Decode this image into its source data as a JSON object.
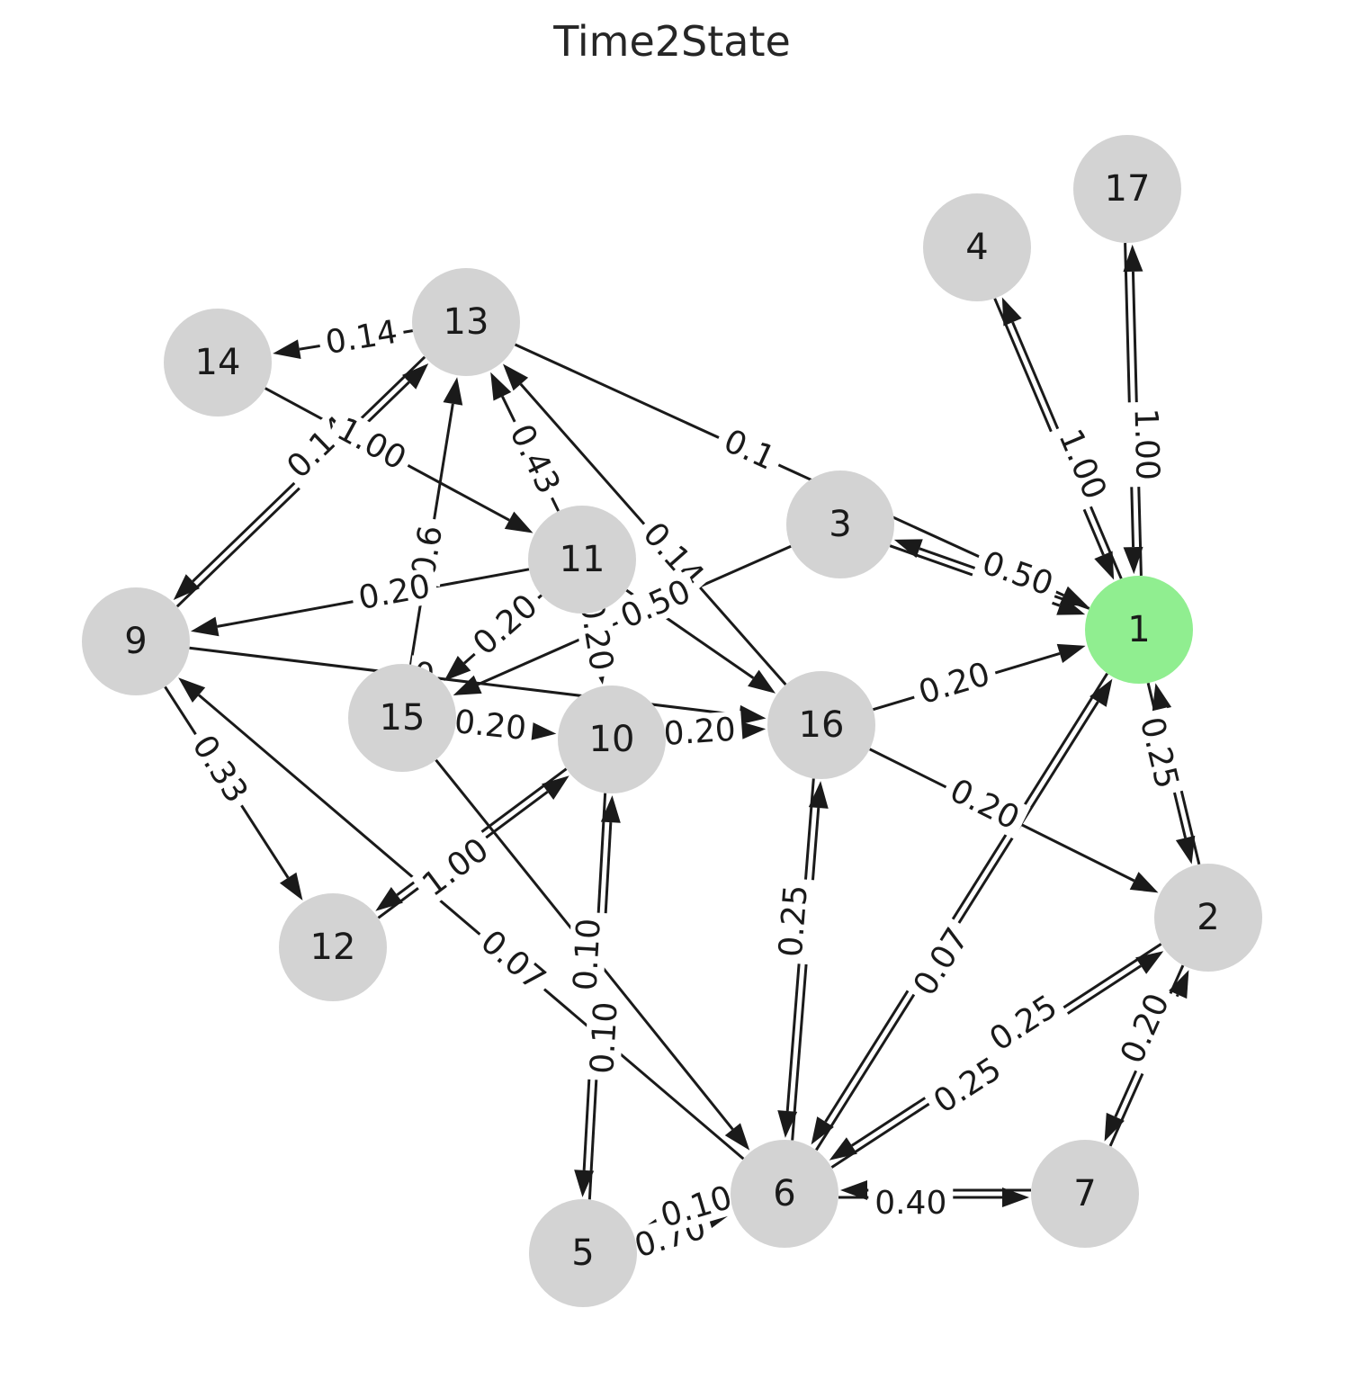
{
  "title": "Time2State",
  "colors": {
    "node_default": "#d3d3d3",
    "node_highlight": "#90ee90",
    "edge": "#1a1a1a",
    "text": "#1a1a1a",
    "title": "#262626"
  },
  "nodes": [
    {
      "id": "1",
      "label": "1",
      "highlight": true
    },
    {
      "id": "2",
      "label": "2"
    },
    {
      "id": "3",
      "label": "3"
    },
    {
      "id": "4",
      "label": "4"
    },
    {
      "id": "5",
      "label": "5"
    },
    {
      "id": "6",
      "label": "6"
    },
    {
      "id": "7",
      "label": "7"
    },
    {
      "id": "9",
      "label": "9"
    },
    {
      "id": "10",
      "label": "10"
    },
    {
      "id": "11",
      "label": "11"
    },
    {
      "id": "12",
      "label": "12"
    },
    {
      "id": "13",
      "label": "13"
    },
    {
      "id": "14",
      "label": "14"
    },
    {
      "id": "15",
      "label": "15"
    },
    {
      "id": "16",
      "label": "16"
    },
    {
      "id": "17",
      "label": "17"
    }
  ],
  "edges": [
    {
      "from": "1",
      "to": "4",
      "label": "1.00"
    },
    {
      "from": "4",
      "to": "1",
      "label": ""
    },
    {
      "from": "1",
      "to": "17",
      "label": "1.00"
    },
    {
      "from": "17",
      "to": "1",
      "label": ""
    },
    {
      "from": "1",
      "to": "3",
      "label": "0.50"
    },
    {
      "from": "3",
      "to": "1",
      "label": ""
    },
    {
      "from": "1",
      "to": "2",
      "label": "0.25"
    },
    {
      "from": "2",
      "to": "1",
      "label": ""
    },
    {
      "from": "13",
      "to": "1",
      "label": "0.1"
    },
    {
      "from": "16",
      "to": "1",
      "label": "0.20"
    },
    {
      "from": "6",
      "to": "1",
      "label": "0.07"
    },
    {
      "from": "1",
      "to": "6",
      "label": ""
    },
    {
      "from": "13",
      "to": "14",
      "label": "0.14"
    },
    {
      "from": "13",
      "to": "9",
      "label": "0.14"
    },
    {
      "from": "9",
      "to": "13",
      "label": ""
    },
    {
      "from": "15",
      "to": "13",
      "label": "0.6"
    },
    {
      "from": "11",
      "to": "13",
      "label": "0.43"
    },
    {
      "from": "16",
      "to": "13",
      "label": "0.14"
    },
    {
      "from": "14",
      "to": "11",
      "label": "1.00"
    },
    {
      "from": "11",
      "to": "9",
      "label": "0.20"
    },
    {
      "from": "11",
      "to": "15",
      "label": "0.20"
    },
    {
      "from": "3",
      "to": "15",
      "label": "0.50"
    },
    {
      "from": "11",
      "to": "16",
      "label": ""
    },
    {
      "from": "11",
      "to": "10",
      "label": "0.20"
    },
    {
      "from": "9",
      "to": "16",
      "label": "0"
    },
    {
      "from": "15",
      "to": "10",
      "label": "0.20"
    },
    {
      "from": "10",
      "to": "16",
      "label": "0.20"
    },
    {
      "from": "9",
      "to": "12",
      "label": "0.33"
    },
    {
      "from": "6",
      "to": "9",
      "label": "0.07"
    },
    {
      "from": "12",
      "to": "10",
      "label": "1.00"
    },
    {
      "from": "10",
      "to": "12",
      "label": ""
    },
    {
      "from": "15",
      "to": "6",
      "label": ""
    },
    {
      "from": "10",
      "to": "5",
      "label": "0.10"
    },
    {
      "from": "5",
      "to": "10",
      "label": "0.10"
    },
    {
      "from": "16",
      "to": "6",
      "label": "0.25"
    },
    {
      "from": "6",
      "to": "16",
      "label": ""
    },
    {
      "from": "16",
      "to": "2",
      "label": "0.20"
    },
    {
      "from": "6",
      "to": "2",
      "label": "0.25"
    },
    {
      "from": "2",
      "to": "6",
      "label": "0.25"
    },
    {
      "from": "2",
      "to": "7",
      "label": "0.20"
    },
    {
      "from": "7",
      "to": "2",
      "label": ""
    },
    {
      "from": "6",
      "to": "7",
      "label": "0.40"
    },
    {
      "from": "7",
      "to": "6",
      "label": ""
    },
    {
      "from": "5",
      "to": "6",
      "label": "0.70"
    },
    {
      "from": "6",
      "to": "5",
      "label": "0.10"
    }
  ]
}
